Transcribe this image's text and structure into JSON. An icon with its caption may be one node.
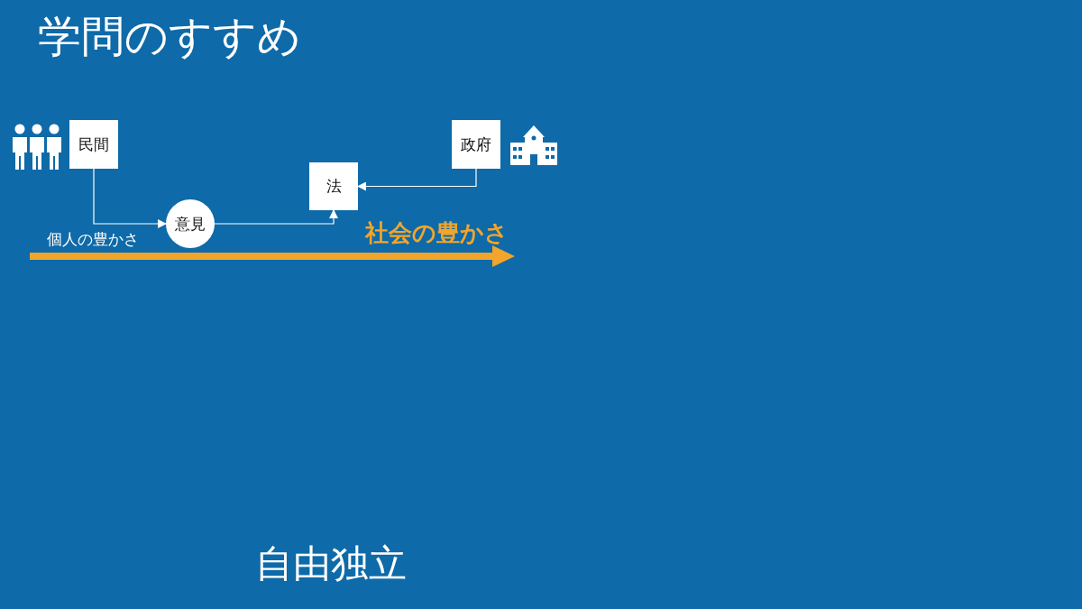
{
  "diagram": {
    "title": "学問のすすめ",
    "nodes": [
      {
        "text": [
          "民間"
        ]
      },
      {
        "text": [
          "政府"
        ]
      },
      {
        "text": [
          "法"
        ]
      },
      {
        "text": [
          "意見"
        ]
      }
    ],
    "edges": [
      {
        "from": 0,
        "to": 3,
        "arrow": "to"
      },
      {
        "from": 3,
        "to": 2,
        "arrow": "to"
      },
      {
        "from": 1,
        "to": 2,
        "arrow": "to"
      }
    ],
    "labels": [
      "個人の豊かさ",
      "社会の豊かさ",
      "自由独立"
    ]
  }
}
